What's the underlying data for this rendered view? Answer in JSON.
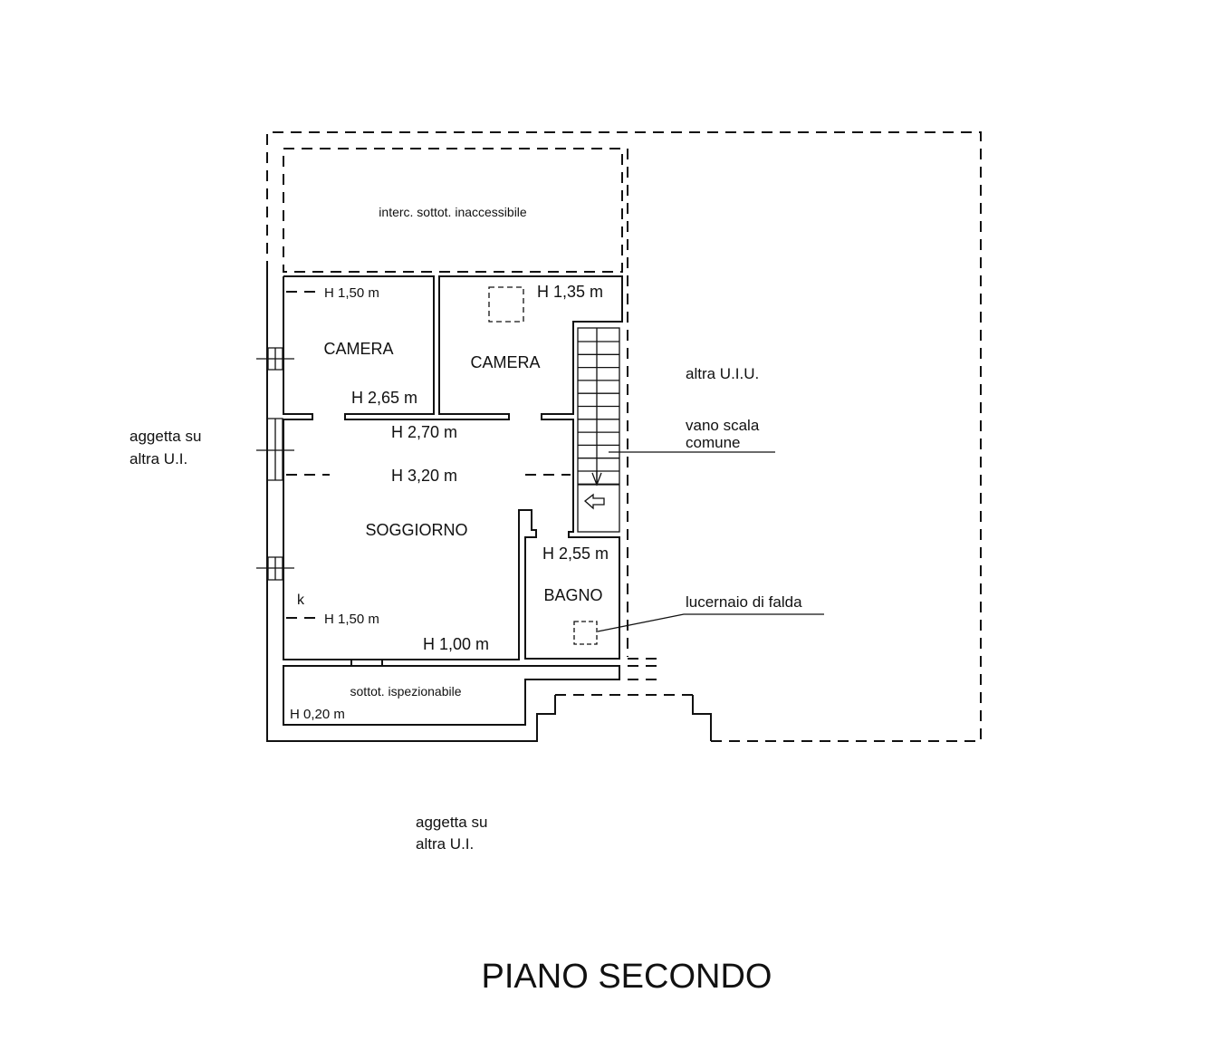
{
  "title": "PIANO SECONDO",
  "rooms": {
    "attic_top": "interc. sottot. inaccessibile",
    "camera_left": "CAMERA",
    "camera_right": "CAMERA",
    "living": "SOGGIORNO",
    "bath": "BAGNO",
    "attic_bottom": "sottot. ispezionabile",
    "other_unit": "altra U.I.U."
  },
  "heights": {
    "camera_left_low": "H 1,50 m",
    "camera_right": "H 1,35 m",
    "camera_left": "H 2,65 m",
    "hall": "H 2,70 m",
    "living_top": "H 3,20 m",
    "bath": "H 2,55 m",
    "living_low": "H 1,50 m",
    "living_bottom": "H 1,00 m",
    "attic_bottom": "H 0,20 m"
  },
  "labels": {
    "stair_line1": "vano scala",
    "stair_line2": "comune",
    "skylight": "lucernaio di falda",
    "overhang_left_1": "aggetta su",
    "overhang_left_2": "altra U.I.",
    "overhang_bottom_1": "aggetta su",
    "overhang_bottom_2": "altra U.I.",
    "k": "k"
  }
}
